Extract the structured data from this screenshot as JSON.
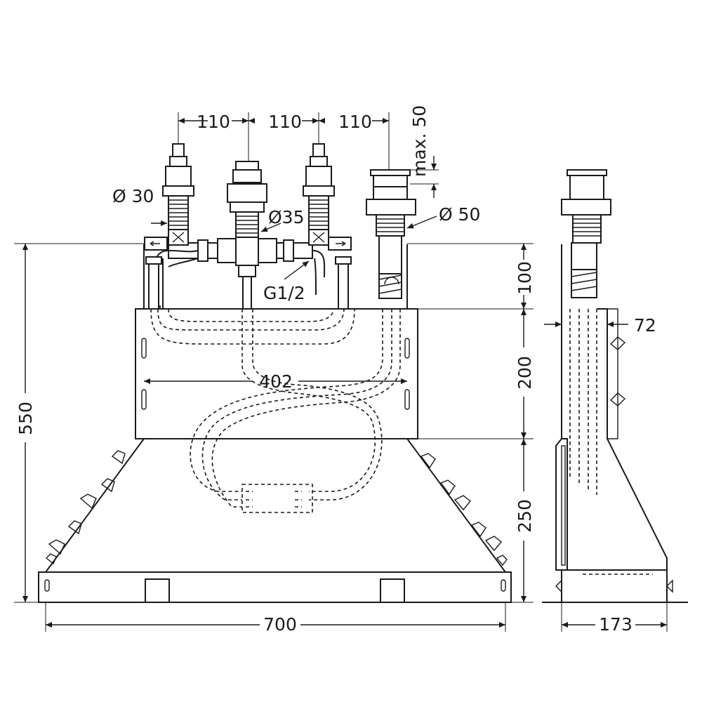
{
  "dimensions": {
    "spacing_1": "110",
    "spacing_2": "110",
    "spacing_3": "110",
    "max_label": "max. 50",
    "dia_30": "Ø 30",
    "dia_35": "Ø35",
    "dia_50": "Ø 50",
    "thread": "G1/2",
    "inner_width": "402",
    "total_width": "700",
    "total_height": "550",
    "upper_height": "100",
    "middle_height": "200",
    "lower_height": "250",
    "side_gap": "72",
    "side_depth": "173"
  }
}
